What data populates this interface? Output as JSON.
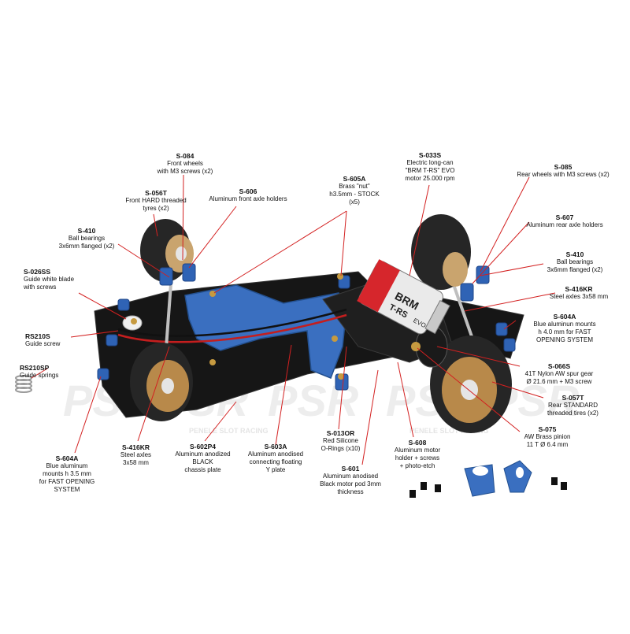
{
  "colors": {
    "callout_line": "#d32020",
    "chassis": "#161616",
    "anodized_blue": "#2f63b5",
    "gold": "#b8894a",
    "tyre": "#2a2a2a",
    "watermark": "#e9e9e9"
  },
  "watermark": {
    "logo_text": "PSR",
    "caption": "PENELE SLOT RACING"
  },
  "labels": [
    {
      "id": "s084",
      "code": "S-084",
      "desc": "Front wheels\nwith M3 screws (x2)"
    },
    {
      "id": "s056t",
      "code": "S-056T",
      "desc": "Front HARD threaded\ntyres (x2)"
    },
    {
      "id": "s606",
      "code": "S-606",
      "desc": "Aluminum front axle holders"
    },
    {
      "id": "s410a",
      "code": "S-410",
      "desc": "Ball bearings\n3x6mm flanged (x2)"
    },
    {
      "id": "s026ss",
      "code": "S-026SS",
      "desc": "Guide white blade\nwith screws"
    },
    {
      "id": "rs210s",
      "code": "RS210S",
      "desc": "Guide screw"
    },
    {
      "id": "rs210sp",
      "code": "RS210SP",
      "desc": "Guide springs"
    },
    {
      "id": "s604a_left",
      "code": "S-604A",
      "desc": "Blue aluminum\nmounts h 3.5 mm\nfor FAST OPENING\nSYSTEM"
    },
    {
      "id": "s416kr_left",
      "code": "S-416KR",
      "desc": "Steel axles\n3x58 mm"
    },
    {
      "id": "s602p4",
      "code": "S-602P4",
      "desc": "Aluminum anodized\nBLACK\nchassis plate"
    },
    {
      "id": "s603a",
      "code": "S-603A",
      "desc": "Aluminum anodised\nconnecting floating\nY plate"
    },
    {
      "id": "s013or",
      "code": "S-013OR",
      "desc": "Red Silicone\nO-Rings (x10)"
    },
    {
      "id": "s601",
      "code": "S-601",
      "desc": "Aluminum anodised\nBlack motor pod 3mm\nthickness"
    },
    {
      "id": "s608",
      "code": "S-608",
      "desc": "Aluminum motor\nholder + screws\n+ photo-etch"
    },
    {
      "id": "s605a",
      "code": "S-605A",
      "desc": "Brass \"nut\"\nh3.5mm - STOCK\n(x5)"
    },
    {
      "id": "s033s",
      "code": "S-033S",
      "desc": "Electric long-can\n\"BRM T-RS\" EVO\nmotor 25.000 rpm"
    },
    {
      "id": "s085",
      "code": "S-085",
      "desc": "Rear wheels with M3 screws (x2)"
    },
    {
      "id": "s607",
      "code": "S-607",
      "desc": "Aluminum rear axle holders"
    },
    {
      "id": "s410b",
      "code": "S-410",
      "desc": "Ball bearings\n3x6mm flanged (x2)"
    },
    {
      "id": "s416kr_right",
      "code": "S-416KR",
      "desc": "Steel axles 3x58 mm"
    },
    {
      "id": "s604a_right",
      "code": "S-604A",
      "desc": "Blue aluminun mounts\nh 4.0 mm for FAST\nOPENING SYSTEM"
    },
    {
      "id": "s066s",
      "code": "S-066S",
      "desc": "41T Nylon AW spur gear\nØ 21.6 mm + M3 screw"
    },
    {
      "id": "s057t",
      "code": "S-057T",
      "desc": "Rear STANDARD\nthreaded tires (x2)"
    },
    {
      "id": "s075",
      "code": "S-075",
      "desc": "AW Brass pinion\n11 T Ø 6.4 mm"
    }
  ],
  "motor": {
    "brand_line1": "BRM",
    "brand_line2": "T-RS",
    "brand_line3": "EVO"
  }
}
